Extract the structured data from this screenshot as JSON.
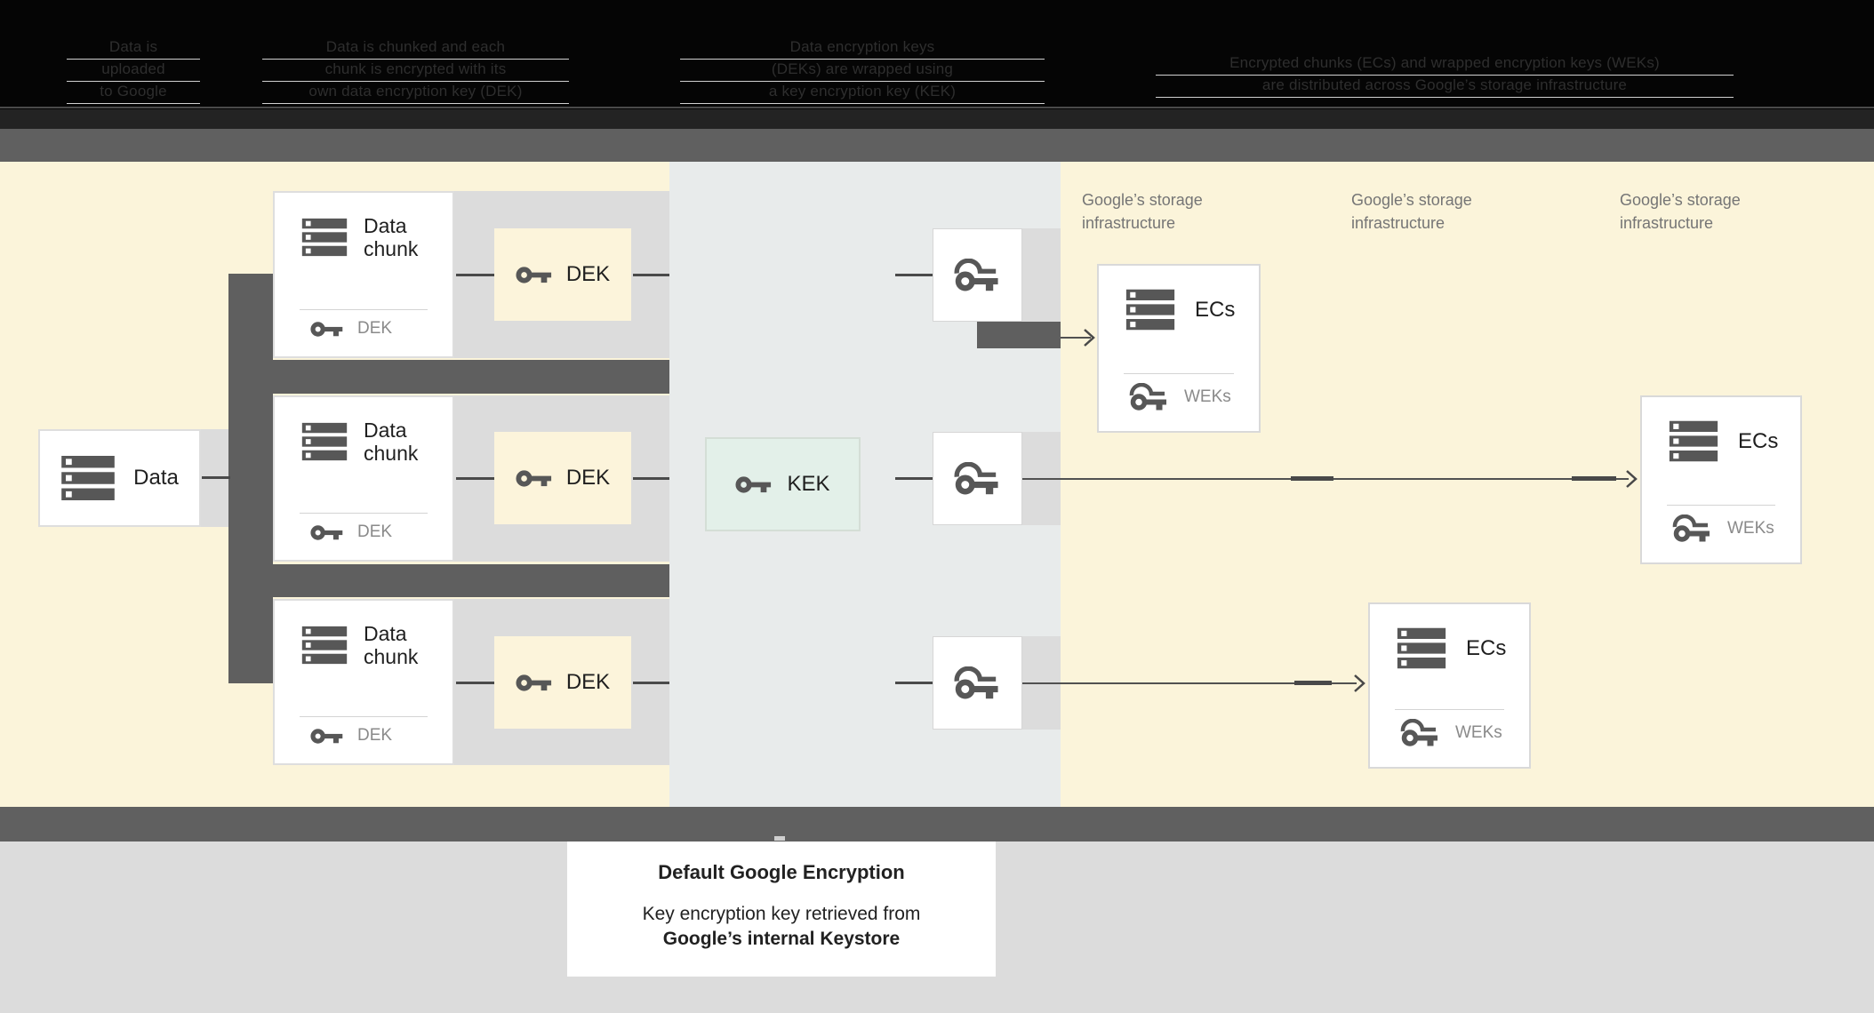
{
  "header": {
    "steps": [
      {
        "lines": [
          "Data is",
          "uploaded",
          "to Google"
        ]
      },
      {
        "lines": [
          "Data is chunked and each",
          "chunk is encrypted with its",
          "own data encryption key (DEK)"
        ]
      },
      {
        "lines": [
          "Data encryption keys",
          "(DEKs) are wrapped using",
          "a key encryption key (KEK)"
        ]
      },
      {
        "lines": [
          "Encrypted chunks (ECs) and wrapped encryption keys (WEKs)",
          "are distributed across Google’s storage infrastructure"
        ]
      }
    ]
  },
  "diagram": {
    "data_box": {
      "label": "Data"
    },
    "chunks": [
      {
        "title": "Data chunk",
        "key_label": "DEK"
      },
      {
        "title": "Data chunk",
        "key_label": "DEK"
      },
      {
        "title": "Data chunk",
        "key_label": "DEK"
      }
    ],
    "dek_boxes": [
      {
        "label": "DEK"
      },
      {
        "label": "DEK"
      },
      {
        "label": "DEK"
      }
    ],
    "kek_box": {
      "label": "KEK"
    },
    "storage_labels": [
      {
        "line1": "Google’s storage",
        "line2": "infrastructure"
      },
      {
        "line1": "Google’s storage",
        "line2": "infrastructure"
      },
      {
        "line1": "Google’s storage",
        "line2": "infrastructure"
      }
    ],
    "ec_boxes": [
      {
        "title": "ECs",
        "key_label": "WEKs"
      },
      {
        "title": "ECs",
        "key_label": "WEKs"
      },
      {
        "title": "ECs",
        "key_label": "WEKs"
      }
    ]
  },
  "caption": {
    "title": "Default Google Encryption",
    "body_line1": "Key encryption key retrieved from",
    "body_line2": "Google’s internal Keystore"
  },
  "colors": {
    "cream_zone": "#fbf4da",
    "middle_zone": "#e8ebeb",
    "band_gray": "#dcdcdc",
    "dark_gray": "#5f5f5f",
    "kek_green": "#e3f0e9",
    "secondary_label_gray": "#8a8a8a",
    "storage_label_gray": "#757575"
  },
  "icons": {
    "server_stack": "server-stack-icon",
    "key": "key-icon",
    "wrapped_key": "wrapped-key-icon",
    "arrowhead": "arrowhead-icon"
  }
}
